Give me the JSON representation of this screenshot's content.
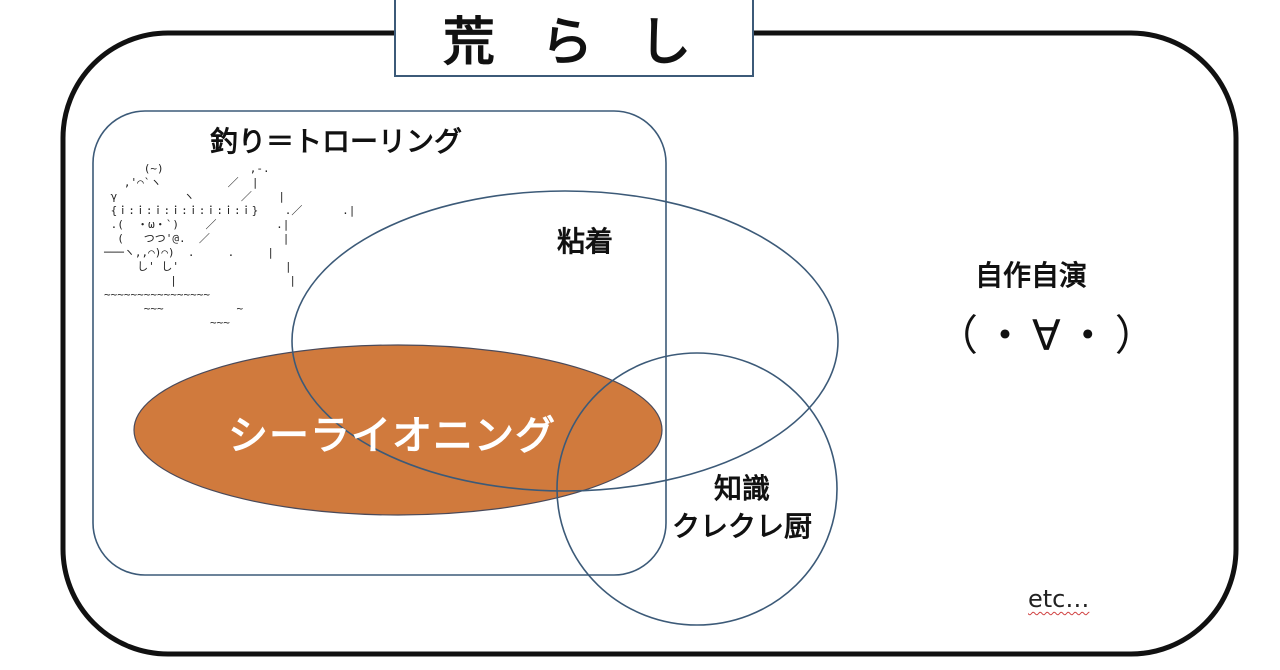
{
  "diagram": {
    "title": "荒 ら し",
    "sets": {
      "trolling": {
        "label": "釣り＝トローリング"
      },
      "sticky": {
        "label": "粘着"
      },
      "sealioning": {
        "label": "シーライオニング"
      },
      "knowledge": {
        "line1": "知識",
        "line2": "クレクレ厨"
      }
    },
    "outside": {
      "sock_puppet": "自作自演",
      "face": "（・∀・）",
      "etc": "etc…"
    },
    "ascii_art": "      (~)             ,-.\n   ,'⌒`ヽ          ／  |\n γ          ヽ       ／    |\n {ｉ:ｉ:ｉ:ｉ:ｉ:ｉ:ｉ:ｉ}    .／      .|\n .(  ・ω・`)    ／         .|\n  (   つつ'@.  ／           |\n───ヽ,,⌒)⌒)  .     .     |\n     し' し'                |\n          |                 |\n~~~~~~~~~~~~~~~~\n      ~~~           ~\n                ~~~",
    "colors": {
      "sealion_fill": "#d07a3d",
      "circle_stroke": "#3c5a78",
      "frame_stroke": "#111111"
    }
  }
}
